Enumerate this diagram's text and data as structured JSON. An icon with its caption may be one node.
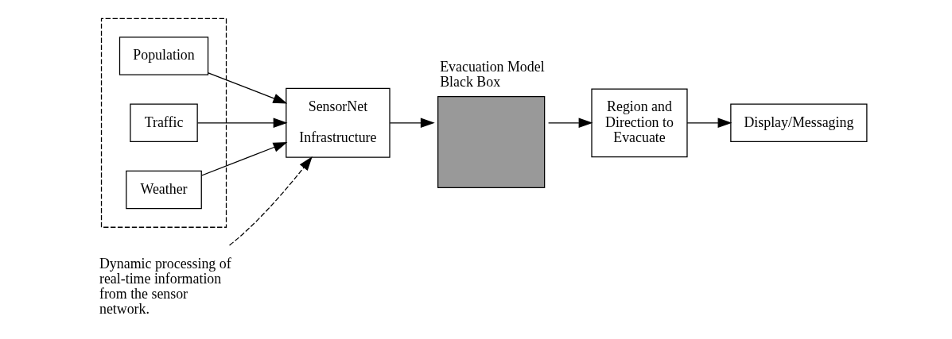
{
  "diagram": {
    "nodes": [
      {
        "text": [],
        "shape": "box"
      },
      {
        "text": [
          "Population"
        ],
        "in": 0
      },
      {
        "text": [
          "Traffic"
        ],
        "in": 0
      },
      {
        "text": [
          "Weather"
        ],
        "in": 0
      },
      {
        "text": [
          "SensorNet",
          "Infrastructure"
        ]
      },
      {
        "text": [
          "Evacuation Model Black Box"
        ]
      },
      {
        "text": [
          "Region and Direction to Evacuate"
        ]
      },
      {
        "text": [
          "Display/Messaging"
        ]
      },
      {
        "text": [
          "Dynamic processing of real-time information from the sensor network."
        ]
      }
    ],
    "edges": [
      {
        "from": 1,
        "to": 4,
        "arrow": "to"
      },
      {
        "from": 2,
        "to": 4,
        "arrow": "to"
      },
      {
        "from": 3,
        "to": 4,
        "arrow": "to"
      },
      {
        "from": 4,
        "to": 5,
        "arrow": "to"
      },
      {
        "from": 5,
        "to": 6,
        "arrow": "to"
      },
      {
        "from": 6,
        "to": 7,
        "arrow": "to"
      },
      {
        "from": 8,
        "to": 4,
        "arrow": "to",
        "style": "dashed"
      }
    ]
  }
}
